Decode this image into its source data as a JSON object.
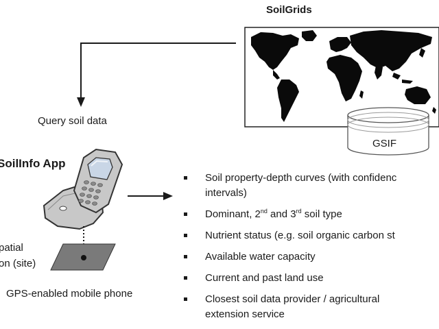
{
  "title": "SoilGrids",
  "query_label": "Query soil data",
  "app_label": "SoilInfo App",
  "gsif_label": "GSIF",
  "spatial_label_line1": "patial",
  "spatial_label_line2": "on (site)",
  "phone_label": "GPS-enabled mobile phone",
  "bullets": {
    "b1_line1": "Soil property-depth curves (with confidenc",
    "b1_line2": "intervals)",
    "b2_pre": "Dominant, 2",
    "b2_sup1": "nd",
    "b2_mid": " and 3",
    "b2_sup2": "rd",
    "b2_post": " soil type",
    "b3": "Nutrient status (e.g. soil organic carbon st",
    "b4": "Available water capacity",
    "b5": "Current and past land use",
    "b6_line1": "Closest soil data provider / agricultural",
    "b6_line2": "extension service"
  },
  "colors": {
    "land": "#0a0a0a",
    "ocean": "#ffffff",
    "phone_body": "#c8c8c8",
    "phone_screen": "#c9d6e6",
    "site_square": "#7a7a7a"
  }
}
